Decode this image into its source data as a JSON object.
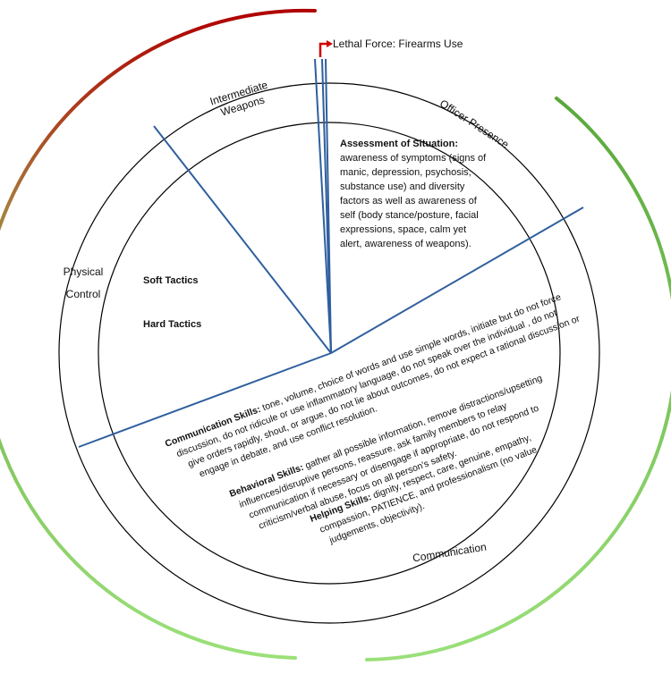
{
  "colors": {
    "circle_outline": "#000000",
    "divider_line": "#2f5f9e",
    "arrow_red": "#d00000",
    "arc_red": "#b00000",
    "arc_green": "#5aa83c",
    "arc_light_green": "#9be07a"
  },
  "labels": {
    "lethal_force": "Lethal Force: Firearms Use",
    "intermediate_weapons_1": "Intermediate",
    "intermediate_weapons_2": "Weapons",
    "officer_presence": "Officer Presence",
    "physical_control_1": "Physical",
    "physical_control_2": "Control",
    "communication": "Communication"
  },
  "inner": {
    "soft_tactics": "Soft Tactics",
    "hard_tactics": "Hard Tactics"
  },
  "assessment": {
    "heading": "Assessment of Situation:",
    "lines": [
      "awareness of symptoms (signs of",
      "manic, depression, psychosis,",
      "substance use) and diversity",
      "factors as well as awareness of",
      "self (body stance/posture, facial",
      "expressions, space, calm yet",
      "alert, awareness of weapons)."
    ]
  },
  "communication_skills": {
    "heading": "Communication Skills:",
    "first_line": " tone,  volume, choice of words and use simple words, initiate but do not force",
    "lines": [
      "discussion, do not ridicule or use inflammatory language, do not speak over the individual , do not",
      "give orders rapidly, shout, or argue, do not lie about outcomes, do not expect a rational discussion or",
      "engage in debate, and use conflict resolution."
    ]
  },
  "behavioral_skills": {
    "heading": "Behavioral Skills:",
    "first_line": " gather all possible information, remove distractions/upsetting",
    "lines": [
      "influences/disruptive persons, reassure, ask family members to relay",
      "communication if necessary or disengage if appropriate, do not respond to",
      "criticism/verbal abuse, focus on all person's safety."
    ]
  },
  "helping_skills": {
    "heading": "Helping Skills:",
    "first_line": " dignity, respect, care, genuine, empathy,",
    "lines": [
      "compassion, PATIENCE, and professionalism (no value",
      "judgements, objectivity)."
    ]
  }
}
